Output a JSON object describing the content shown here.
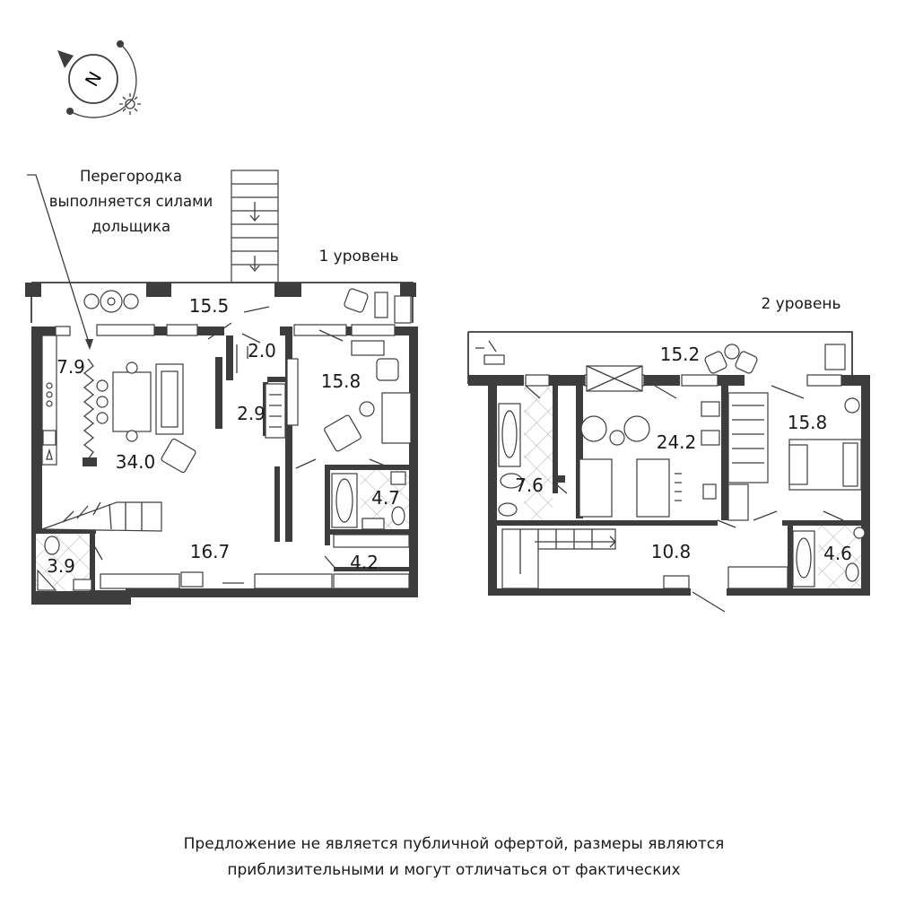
{
  "compass": {
    "letter": "N",
    "icon": "compass-icon",
    "sun_icon": "sun-icon"
  },
  "partition_note": [
    "Перегородка",
    "выполняется силами",
    "дольщика"
  ],
  "level1": {
    "label": "1 уровень",
    "rooms": [
      {
        "id": "terrace",
        "area": "15.5"
      },
      {
        "id": "kitchen",
        "area": "7.9"
      },
      {
        "id": "living",
        "area": "34.0"
      },
      {
        "id": "closet-small",
        "area": "2.0"
      },
      {
        "id": "closet",
        "area": "2.9"
      },
      {
        "id": "bedroom",
        "area": "15.8"
      },
      {
        "id": "bathroom",
        "area": "4.7"
      },
      {
        "id": "wardrobe",
        "area": "4.2"
      },
      {
        "id": "hall",
        "area": "16.7"
      },
      {
        "id": "wc",
        "area": "3.9"
      }
    ]
  },
  "level2": {
    "label": "2 уровень",
    "rooms": [
      {
        "id": "terrace",
        "area": "15.2"
      },
      {
        "id": "bathroom",
        "area": "7.6"
      },
      {
        "id": "room",
        "area": "24.2"
      },
      {
        "id": "bedroom",
        "area": "15.8"
      },
      {
        "id": "hall",
        "area": "10.8"
      },
      {
        "id": "shower",
        "area": "4.6"
      }
    ]
  },
  "disclaimer": [
    "Предложение не является публичной офертой, размеры являются",
    "приблизительными и могут отличаться от фактических"
  ]
}
